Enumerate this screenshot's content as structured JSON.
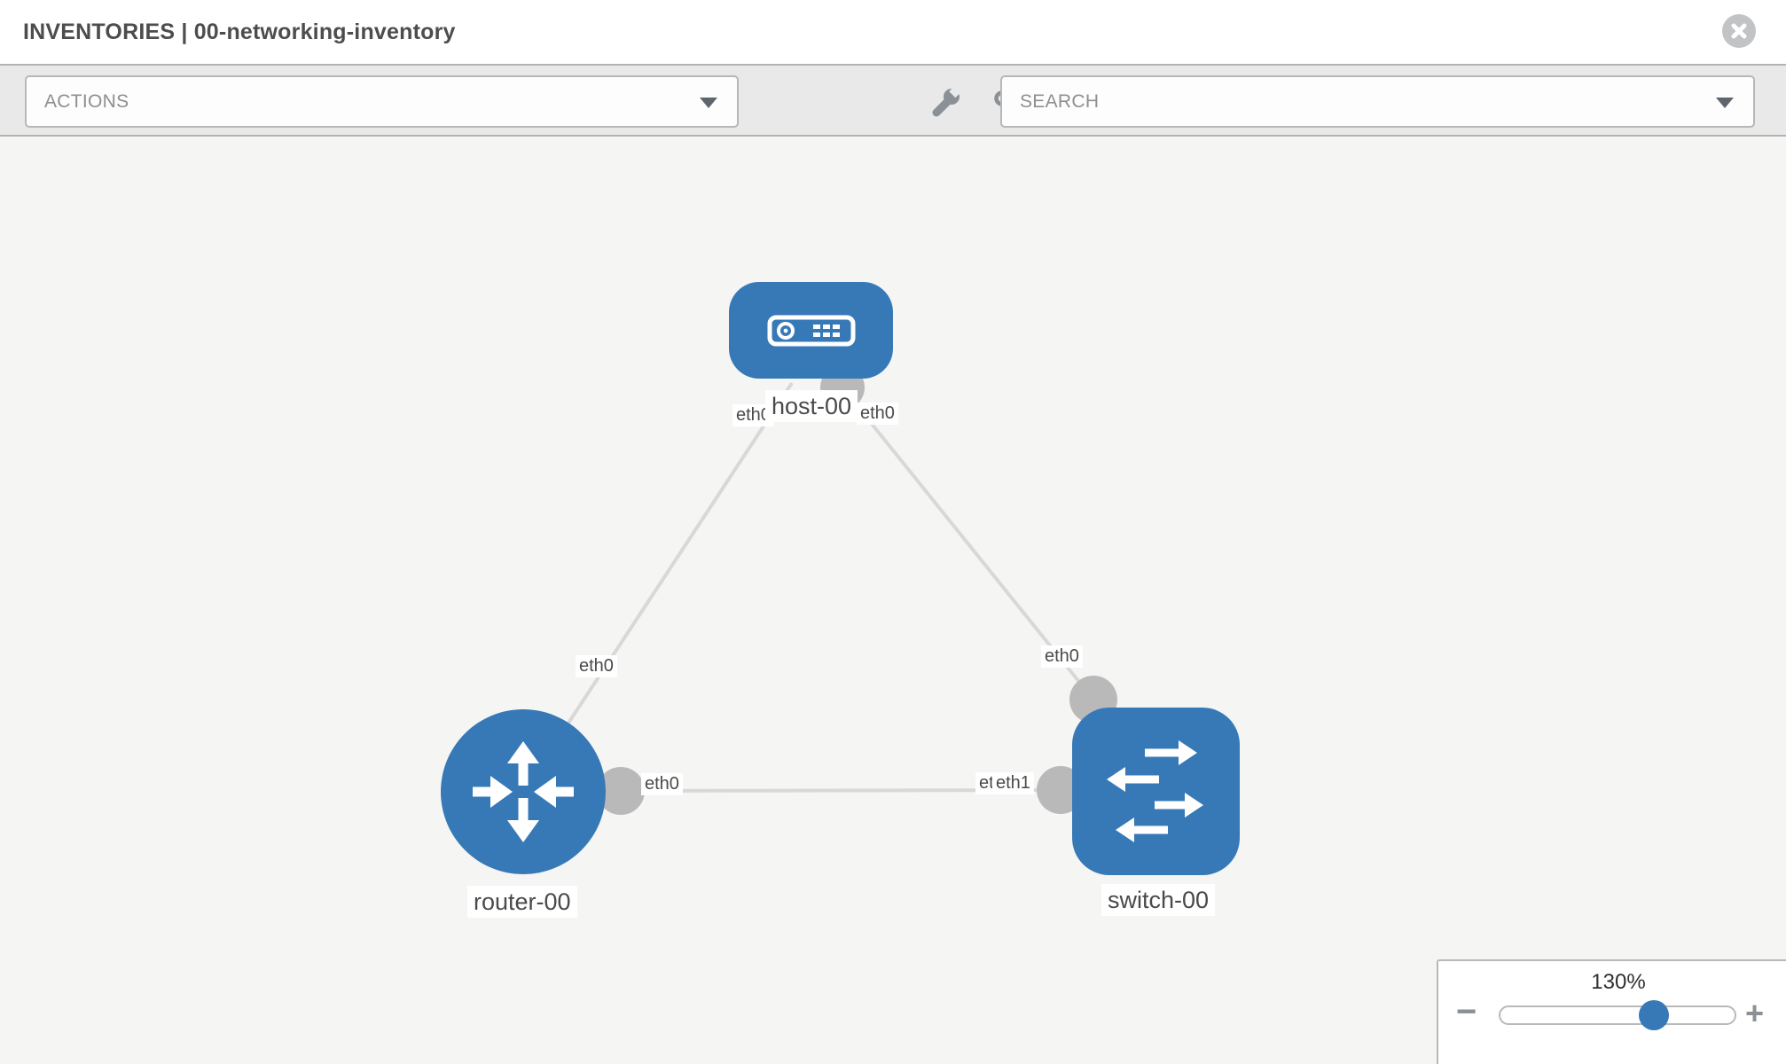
{
  "header": {
    "title": "INVENTORIES | 00-networking-inventory"
  },
  "toolbar": {
    "actions_label": "ACTIONS",
    "search_placeholder": "SEARCH",
    "icons": [
      "wrench-icon",
      "key-icon"
    ]
  },
  "topology": {
    "nodes": [
      {
        "name": "host-00",
        "type": "host"
      },
      {
        "name": "router-00",
        "type": "router"
      },
      {
        "name": "switch-00",
        "type": "switch"
      }
    ],
    "links": [
      {
        "from": "host-00",
        "from_interface": "eth0",
        "to": "router-00",
        "to_interface": "eth0"
      },
      {
        "from": "host-00",
        "from_interface": "eth0",
        "to": "switch-00",
        "to_interface": "eth0"
      },
      {
        "from": "router-00",
        "from_interface": "eth0",
        "to": "switch-00",
        "to_interface": "eth1",
        "to_interface_behind": "eth0"
      }
    ]
  },
  "zoom_control": {
    "level": "130%",
    "minus_glyph": "−",
    "plus_glyph": "+"
  },
  "colors": {
    "node_blue": "#3779b7",
    "link_gray": "#d8d8d8",
    "port_gray": "#b9b9b9",
    "toolbar_bg": "#e9e9e9"
  }
}
